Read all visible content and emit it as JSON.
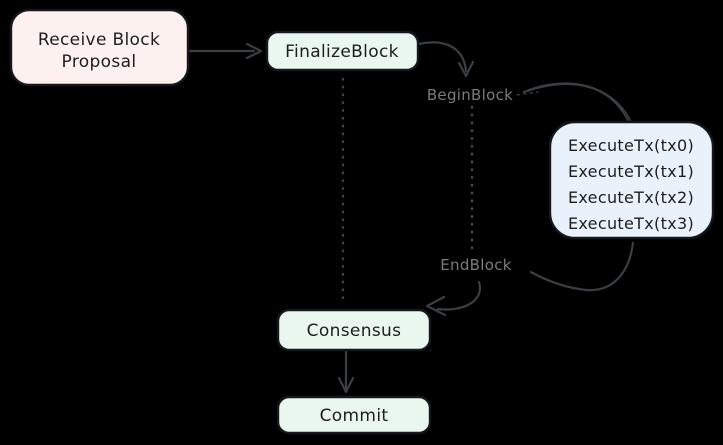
{
  "diagram": {
    "title": "block-processing-flow",
    "nodes": {
      "receive": {
        "label_line1": "Receive Block",
        "label_line2": "Proposal",
        "fill": "#fcf1ef"
      },
      "finalize": {
        "label": "FinalizeBlock",
        "fill": "#eaf7ef"
      },
      "execute": {
        "lines": [
          "ExecuteTx(tx0)",
          "ExecuteTx(tx1)",
          "ExecuteTx(tx2)",
          "ExecuteTx(tx3)"
        ],
        "fill": "#e9f2fb"
      },
      "consensus": {
        "label": "Consensus",
        "fill": "#eaf7ef"
      },
      "commit": {
        "label": "Commit",
        "fill": "#eaf7ef"
      }
    },
    "phase_labels": {
      "begin_block": "BeginBlock",
      "end_block": "EndBlock",
      "color": "#7b7b7b"
    },
    "colors": {
      "background": "#000000",
      "node_border": "#14181c",
      "node_text": "#1d1d1d",
      "connector": "#3a3f44",
      "dotted_finalize_consensus": "#3d4441",
      "dotted_begin_end": "#4c4c4c"
    }
  }
}
